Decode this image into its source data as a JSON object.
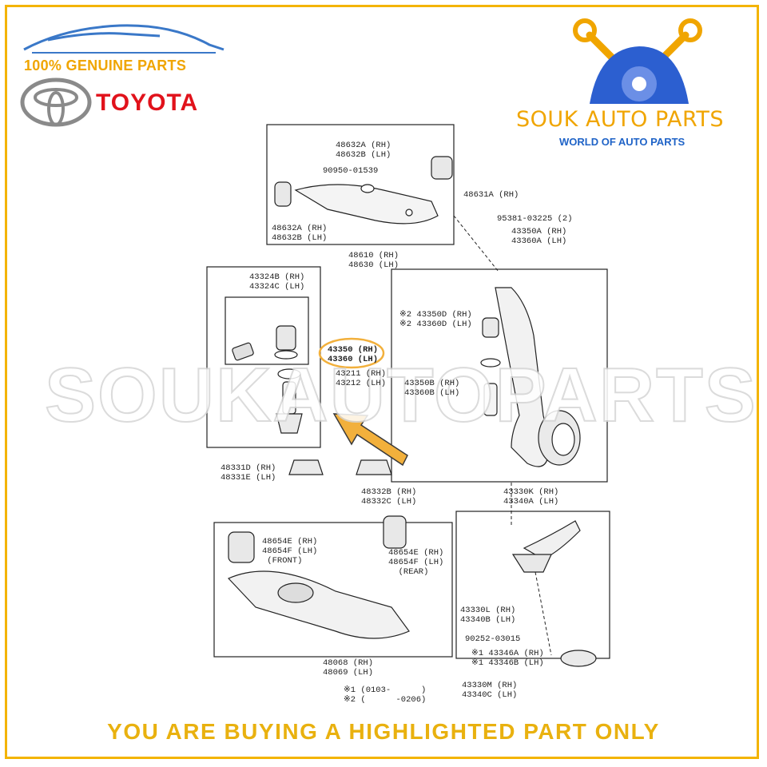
{
  "brand": {
    "genuine": "100% GENUINE PARTS",
    "make": "TOYOTA",
    "shop_name": "SOUK AUTO PARTS",
    "shop_tagline": "WORLD OF AUTO PARTS",
    "watermark": "SOUKAUTOPARTS"
  },
  "banner": "YOU ARE BUYING A HIGHLIGHTED PART ONLY",
  "colors": {
    "gold": "#f0a500",
    "red": "#e1121b",
    "blue": "#1f63c7",
    "highlight": "#f2b03c"
  },
  "labels": {
    "p48632_top": "48632A (RH)\n48632B (LH)",
    "p90950": "90950-01539",
    "p48631": "48631A (RH)",
    "p48632_left": "48632A (RH)\n48632B (LH)",
    "p95381": "95381-03225 (2)",
    "p43350A": "43350A (RH)\n43360A (LH)",
    "p48610": "48610 (RH)\n48630 (LH)",
    "p43324": "43324B (RH)\n43324C (LH)",
    "p43350D": "※2 43350D (RH)\n※2 43360D (LH)",
    "p43350_hl": "43350 (RH)\n43360 (LH)",
    "p43211": "43211 (RH)\n43212 (LH)",
    "p43350B": "43350B (RH)\n43360B (LH)",
    "p48331": "48331D (RH)\n48331E (LH)",
    "p48332": "48332B (RH)\n48332C (LH)",
    "p43330K": "43330K (RH)\n43340A (LH)",
    "p48654_front": "48654E (RH)\n48654F (LH)\n (FRONT)",
    "p48654_rear": "48654E (RH)\n48654F (LH)\n  (REAR)",
    "p43330L": "43330L (RH)\n43340B (LH)",
    "p90252": "90252-03015",
    "p48068": "48068 (RH)\n48069 (LH)",
    "p43346": "※1 43346A (RH)\n※1 43346B (LH)",
    "p43330M": "43330M (RH)\n43340C (LH)",
    "notes": "※1 (0103-      )\n※2 (      -0206)"
  }
}
